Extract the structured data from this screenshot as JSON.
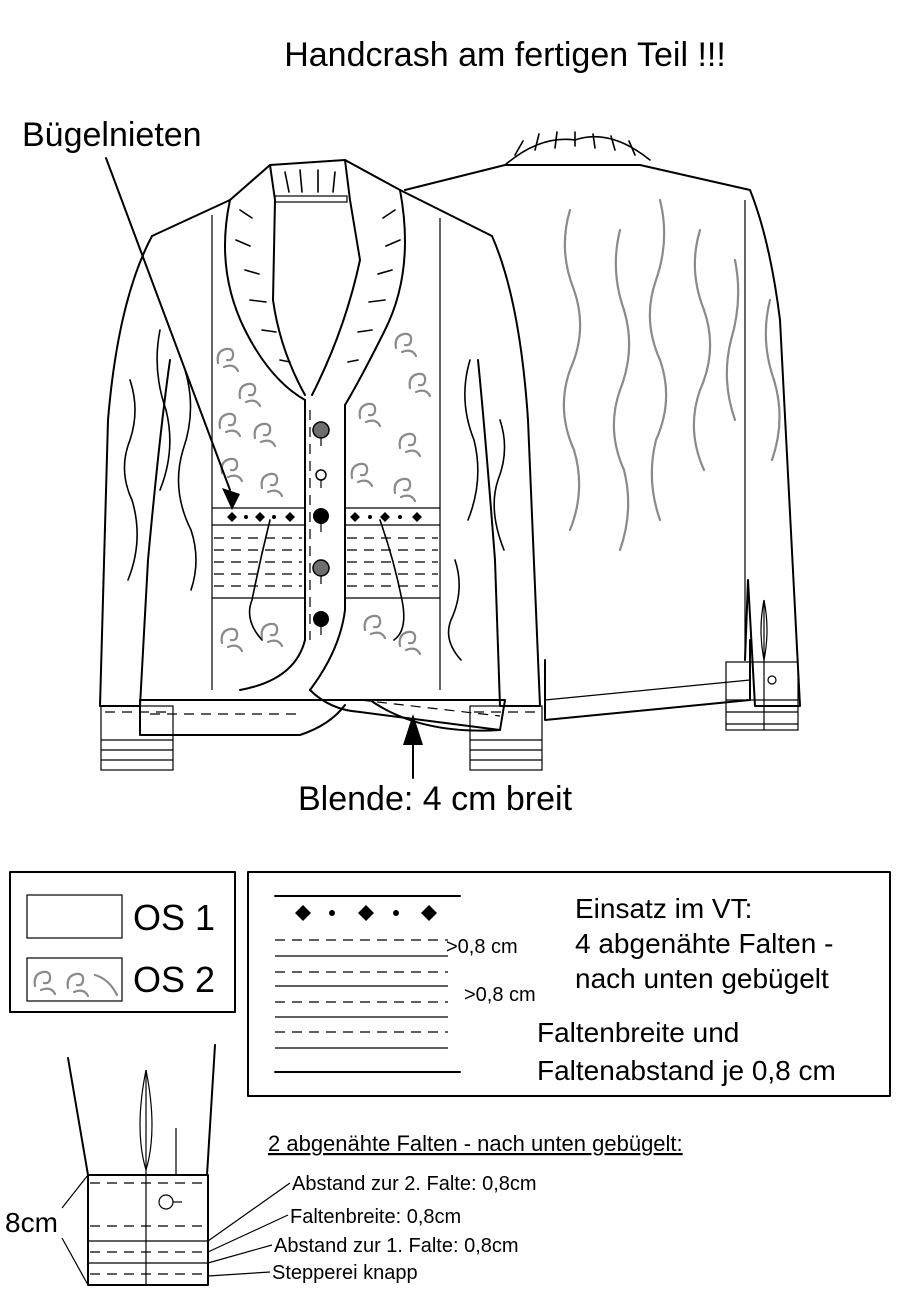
{
  "title": "Handcrash am fertigen Teil !!!",
  "callouts": {
    "rivets": "Bügelnieten",
    "binding": "Blende: 4 cm breit"
  },
  "legend": {
    "os1": "OS 1",
    "os2": "OS 2"
  },
  "insert_box": {
    "heading": "Einsatz im VT:",
    "line1": "4 abgenähte Falten -",
    "line2": "nach unten gebügelt",
    "line3": "Faltenbreite und",
    "line4": "Faltenabstand je 0,8 cm",
    "measure_a": ">0,8 cm",
    "measure_b": ">0,8 cm"
  },
  "cuff": {
    "heading": "2 abgenähte Falten - nach unten gebügelt:",
    "height": "8cm",
    "lines": [
      "Abstand zur 2. Falte: 0,8cm",
      "Faltenbreite: 0,8cm",
      "Abstand zur 1. Falte: 0,8cm",
      "Stepperei knapp"
    ]
  },
  "colors": {
    "line": "#000000",
    "embroidery": "#8a8a8a",
    "button_grey": "#6e6e6e",
    "background": "#ffffff"
  }
}
